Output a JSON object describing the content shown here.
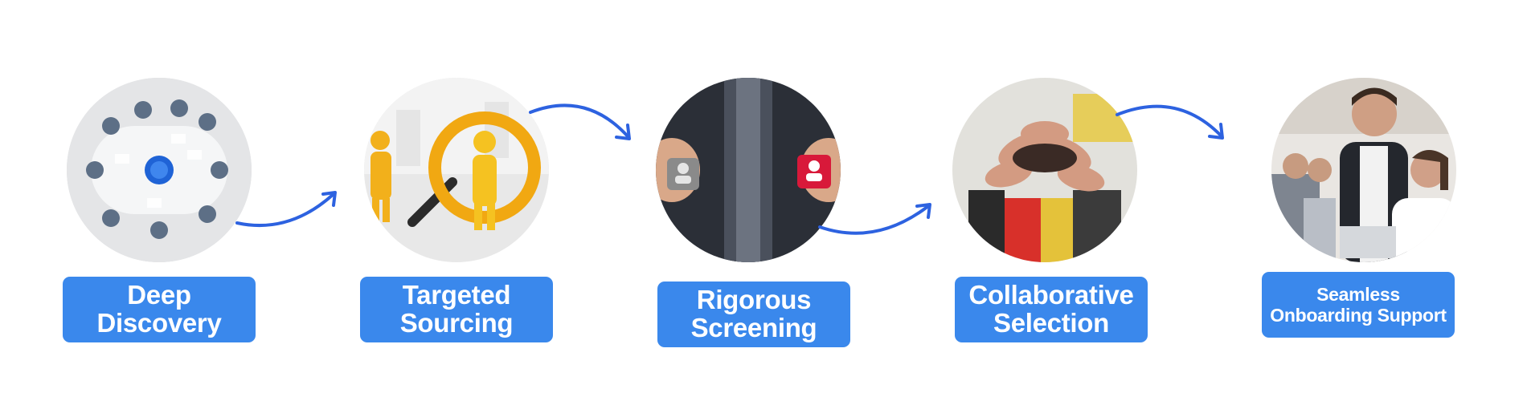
{
  "steps": [
    {
      "line1": "Deep",
      "line2": "Discovery",
      "image": "meeting-table-icon"
    },
    {
      "line1": "Targeted",
      "line2": "Sourcing",
      "image": "magnifier-person-icon"
    },
    {
      "line1": "Rigorous",
      "line2": "Screening",
      "image": "candidate-choice-icon"
    },
    {
      "line1": "Collaborative",
      "line2": "Selection",
      "image": "team-hands-icon"
    },
    {
      "line1": "Seamless",
      "line2": "Onboarding Support",
      "image": "support-team-icon"
    }
  ],
  "colors": {
    "accent": "#3a88ec",
    "arrow": "#2d62e0"
  }
}
